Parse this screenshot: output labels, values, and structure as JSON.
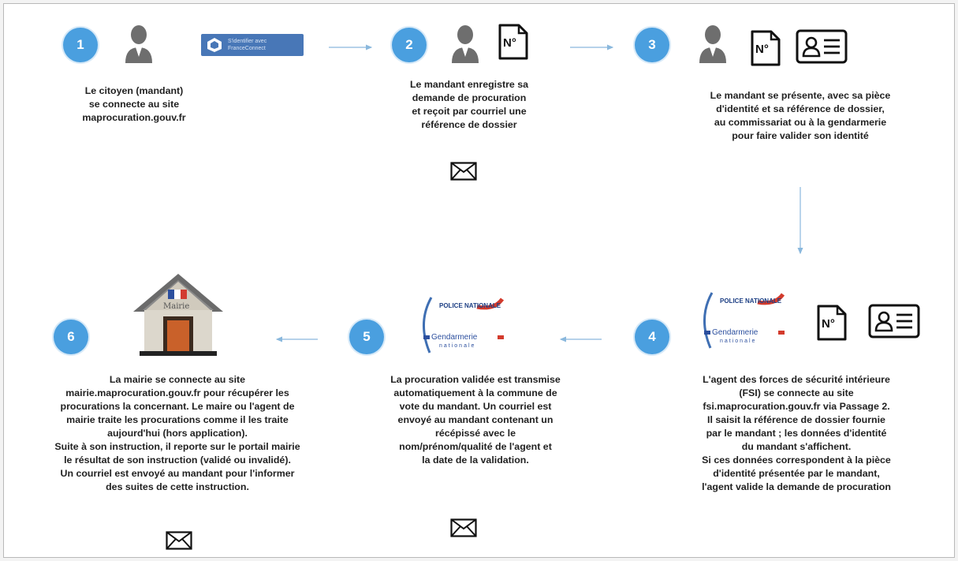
{
  "colors": {
    "step_circle": "#4a9fdf",
    "arrow": "#8ab8dd",
    "text": "#222222",
    "house_door": "#c9612a",
    "roof": "#6b6b6b"
  },
  "icons": {
    "person": "person-silhouette-icon",
    "reference_number": "reference-number-document-icon",
    "id_card": "id-card-icon",
    "mail": "envelope-icon",
    "town_hall": "mairie-house-icon",
    "police_logos": "police-gendarmerie-logo"
  },
  "franceconnect": {
    "title": "S'identifier avec",
    "subtitle": "FranceConnect"
  },
  "reference_symbol": "N°",
  "house_label": "Mairie",
  "police_logo": {
    "police": "POLICE NATIONALE",
    "gendarmerie": "Gendarmerie",
    "gendarmerie_sub": "nationale"
  },
  "steps": [
    {
      "number": "1",
      "lines": [
        "Le citoyen (mandant)",
        "se connecte au site",
        "maprocuration.gouv.fr"
      ]
    },
    {
      "number": "2",
      "lines": [
        "Le mandant enregistre sa",
        "demande de procuration",
        "et reçoit par courriel une",
        "référence de dossier"
      ]
    },
    {
      "number": "3",
      "lines": [
        "Le mandant  se présente, avec sa pièce",
        "d'identité et sa référence de dossier,",
        "au commissariat ou à la gendarmerie",
        "pour faire valider son identité"
      ]
    },
    {
      "number": "4",
      "lines": [
        "L'agent des forces de sécurité intérieure",
        "(FSI) se connecte au site",
        "fsi.maprocuration.gouv.fr via Passage 2.",
        "Il saisit la référence de dossier fournie",
        "par le mandant ; les données d'identité",
        "du mandant s'affichent.",
        "Si ces données correspondent à la pièce",
        "d'identité présentée par le mandant,",
        "l'agent valide la demande de procuration"
      ]
    },
    {
      "number": "5",
      "lines": [
        "La procuration validée est transmise",
        "automatiquement à la commune de",
        "vote du mandant. Un courriel est",
        "envoyé au mandant contenant un",
        "récépissé avec le",
        "nom/prénom/qualité de l'agent et",
        "la date de la validation."
      ]
    },
    {
      "number": "6",
      "lines": [
        "La mairie se connecte au site",
        "mairie.maprocuration.gouv.fr pour récupérer les",
        "procurations la concernant. Le maire ou l'agent de",
        "mairie traite les procurations comme il les traite",
        "aujourd'hui (hors application).",
        "Suite à son instruction, il reporte sur le portail mairie",
        "le résultat de son instruction (validé ou invalidé).",
        "Un courriel est envoyé au mandant pour l'informer",
        "des suites de cette instruction."
      ]
    }
  ]
}
